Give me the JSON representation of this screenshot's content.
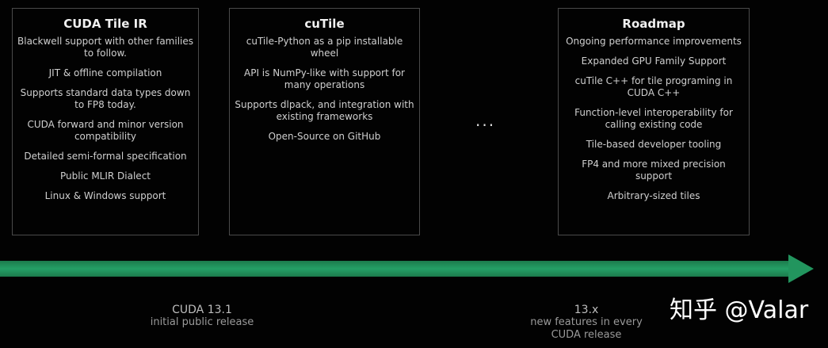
{
  "columns": [
    {
      "title": "CUDA Tile IR",
      "items": [
        "Blackwell support with other families to follow.",
        "JIT & offline compilation",
        "Supports standard data types down to FP8 today.",
        "CUDA forward and minor version compatibility",
        "Detailed semi-formal specification",
        "Public MLIR Dialect",
        "Linux & Windows support"
      ]
    },
    {
      "title": "cuTile",
      "items": [
        "cuTile-Python as a pip installable wheel",
        "API is NumPy-like with support for many operations",
        "Supports dlpack, and integration with existing frameworks",
        "Open-Source on GitHub"
      ]
    },
    {
      "title": "Roadmap",
      "items": [
        "Ongoing performance improvements",
        "Expanded GPU Family Support",
        "cuTile C++ for tile programing in CUDA C++",
        "Function-level interoperability for calling existing code",
        "Tile-based developer tooling",
        "FP4 and more mixed precision support",
        "Arbitrary-sized tiles"
      ]
    }
  ],
  "ellipsis": "...",
  "timeline": {
    "color": "#22955e",
    "milestones": [
      {
        "version": "CUDA 13.1",
        "desc": "initial public release"
      },
      {
        "version": "13.x",
        "desc": "new features in every CUDA release"
      }
    ]
  },
  "watermark": "知乎 @Valar"
}
